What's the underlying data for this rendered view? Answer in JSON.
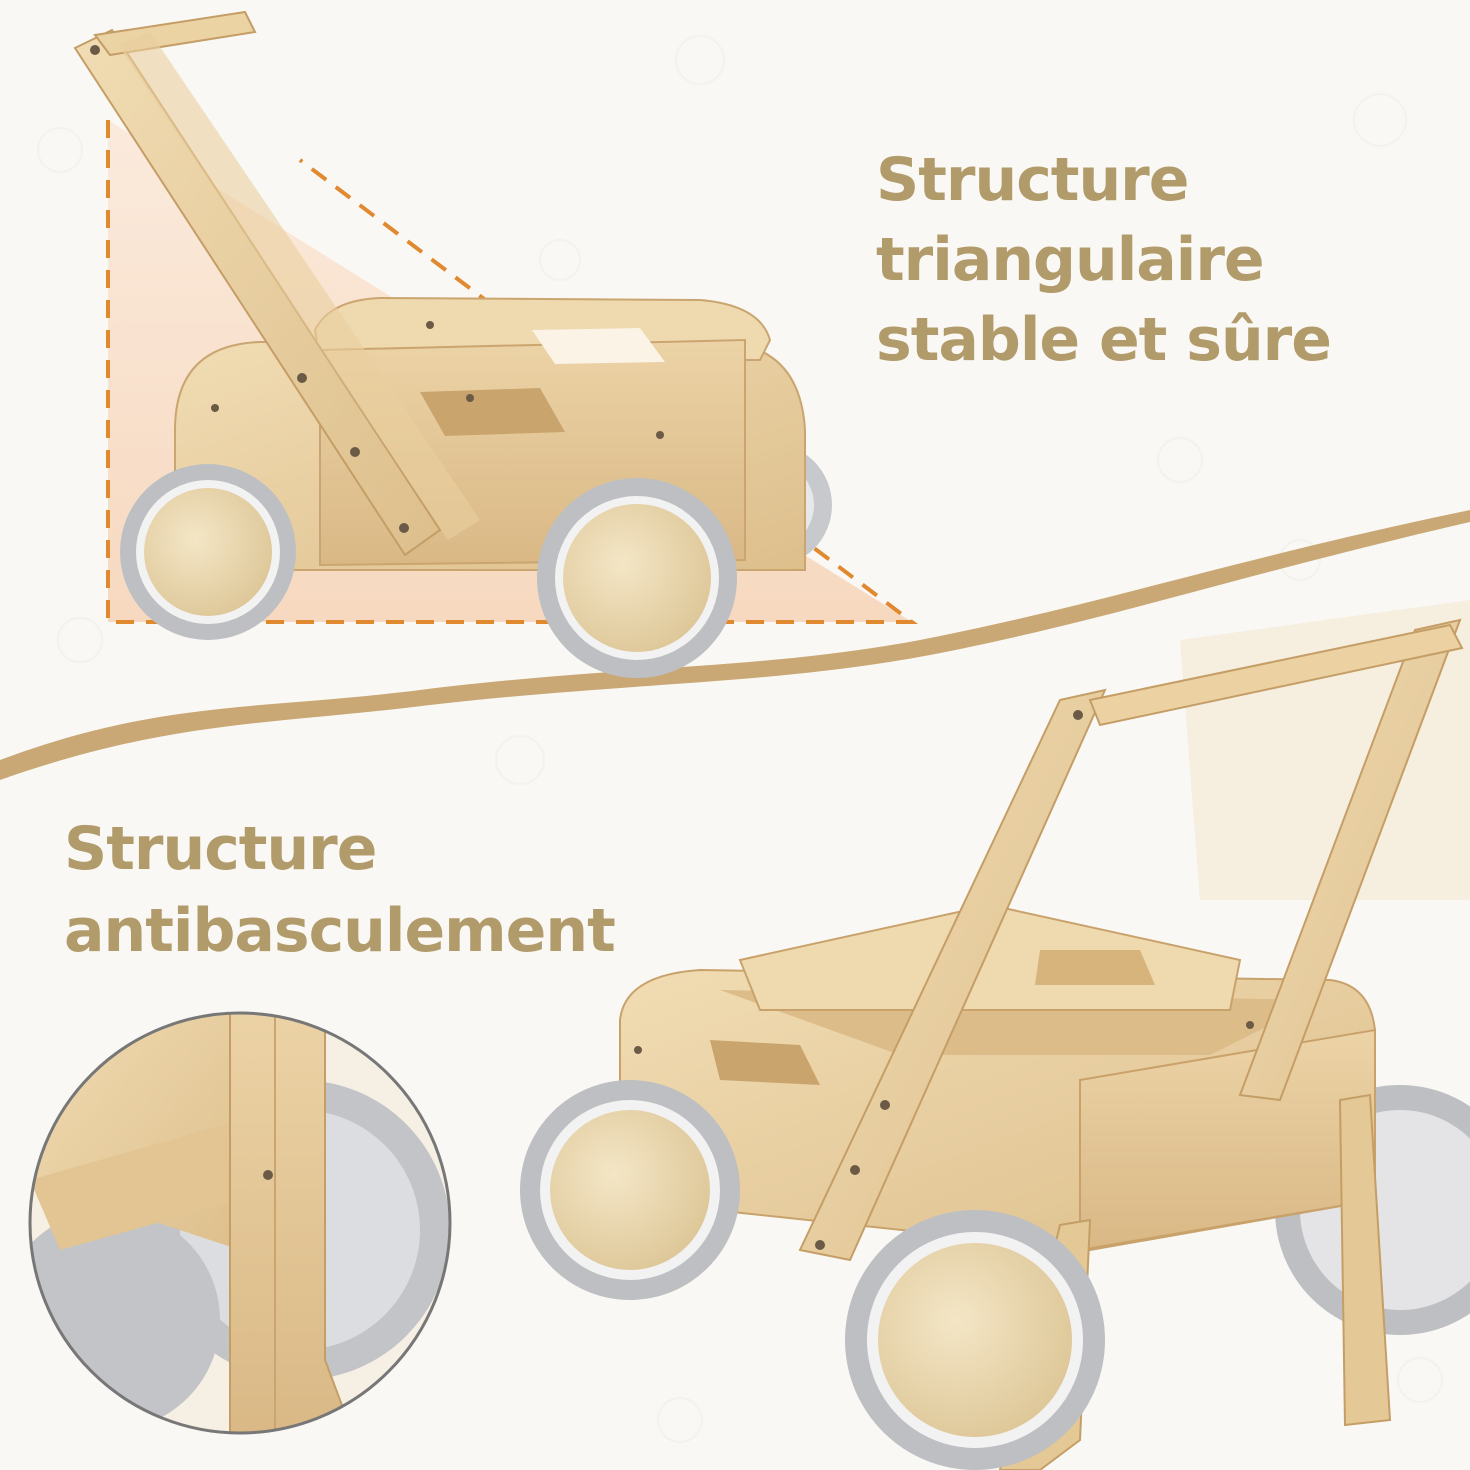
{
  "captions": {
    "top": {
      "line1": "Structure",
      "line2": "triangulaire",
      "line3": "stable et sûre"
    },
    "bottom": {
      "line1": "Structure",
      "line2": "antibasculement"
    }
  },
  "colors": {
    "caption": "#b29b6a",
    "background": "#faf8f5",
    "wood": "#e8cfa2",
    "wood_dark": "#d3b27c",
    "wheel_tire": "#bdbfc2",
    "wheel_hub": "#e9d7ae",
    "dashed_triangle": "#e0892f",
    "divider_wave": "#c9a875"
  },
  "icons": {
    "top_product": "wooden-walker-side-view",
    "bottom_product": "wooden-walker-front-view",
    "zoom_detail": "anti-tip-leg-zoom"
  }
}
